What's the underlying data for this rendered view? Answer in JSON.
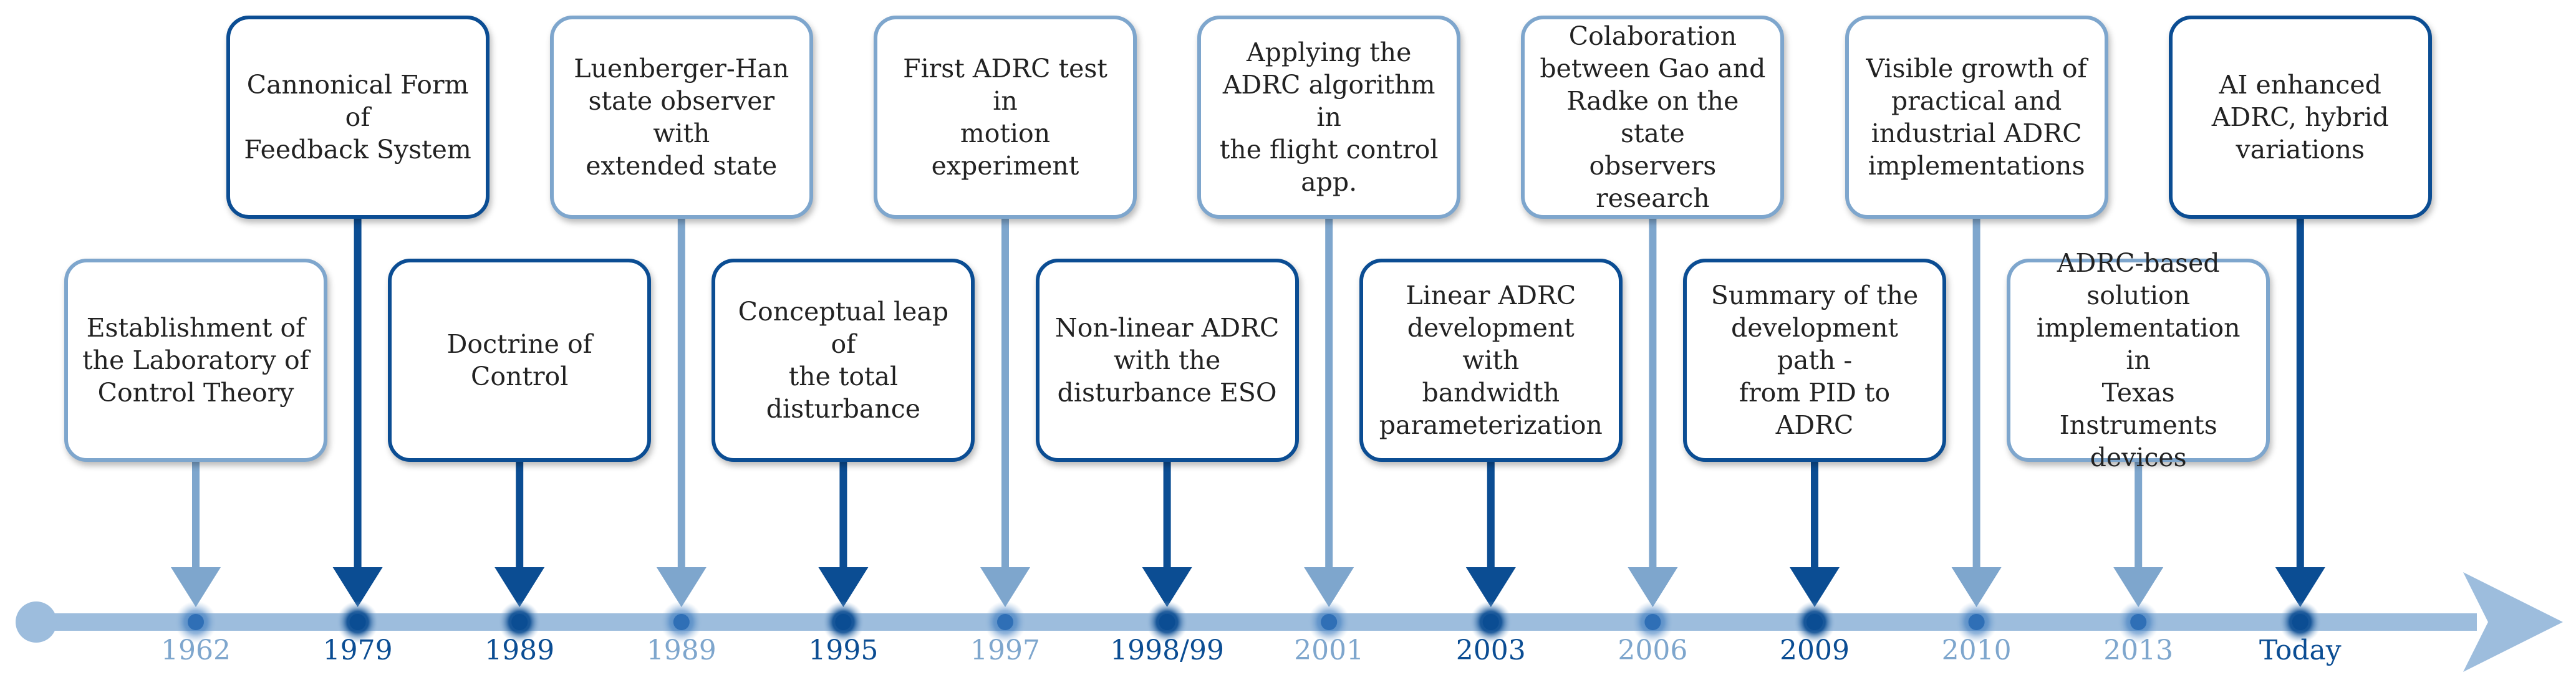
{
  "colors": {
    "dark": "#0b4d93",
    "light": "#7ea6cd",
    "axis": "#9dbddd"
  },
  "events": [
    {
      "year": "1962",
      "text": "Establishment of\nthe Laboratory of\nControl Theory",
      "tier": "lower",
      "shade": "light"
    },
    {
      "year": "1979",
      "text": "Cannonical Form of\nFeedback System",
      "tier": "upper",
      "shade": "dark"
    },
    {
      "year": "1989",
      "text": "Doctrine of Control",
      "tier": "lower",
      "shade": "dark"
    },
    {
      "year": "1989",
      "text": "Luenberger-Han\nstate observer with\nextended state",
      "tier": "upper",
      "shade": "light"
    },
    {
      "year": "1995",
      "text": "Conceptual leap of\nthe total\ndisturbance",
      "tier": "lower",
      "shade": "dark"
    },
    {
      "year": "1997",
      "text": "First ADRC test in\nmotion experiment",
      "tier": "upper",
      "shade": "light"
    },
    {
      "year": "1998/99",
      "text": "Non-linear ADRC\nwith the\ndisturbance ESO",
      "tier": "lower",
      "shade": "dark"
    },
    {
      "year": "2001",
      "text": "Applying the\nADRC algorithm in\nthe flight control\napp.",
      "tier": "upper",
      "shade": "light"
    },
    {
      "year": "2003",
      "text": "Linear ADRC\ndevelopment with\nbandwidth\nparameterization",
      "tier": "lower",
      "shade": "dark"
    },
    {
      "year": "2006",
      "text": "Colaboration\nbetween Gao and\nRadke on the state\nobservers research",
      "tier": "upper",
      "shade": "light"
    },
    {
      "year": "2009",
      "text": "Summary of the\ndevelopment path -\nfrom PID to ADRC",
      "tier": "lower",
      "shade": "dark"
    },
    {
      "year": "2010",
      "text": "Visible growth of\npractical and\nindustrial ADRC\nimplementations",
      "tier": "upper",
      "shade": "light"
    },
    {
      "year": "2013",
      "text": "ADRC-based\nsolution\nimplementation in\nTexas Instruments\ndevices",
      "tier": "lower",
      "shade": "light"
    },
    {
      "year": "Today",
      "text": "AI enhanced\nADRC, hybrid\nvariations",
      "tier": "upper",
      "shade": "dark"
    }
  ]
}
